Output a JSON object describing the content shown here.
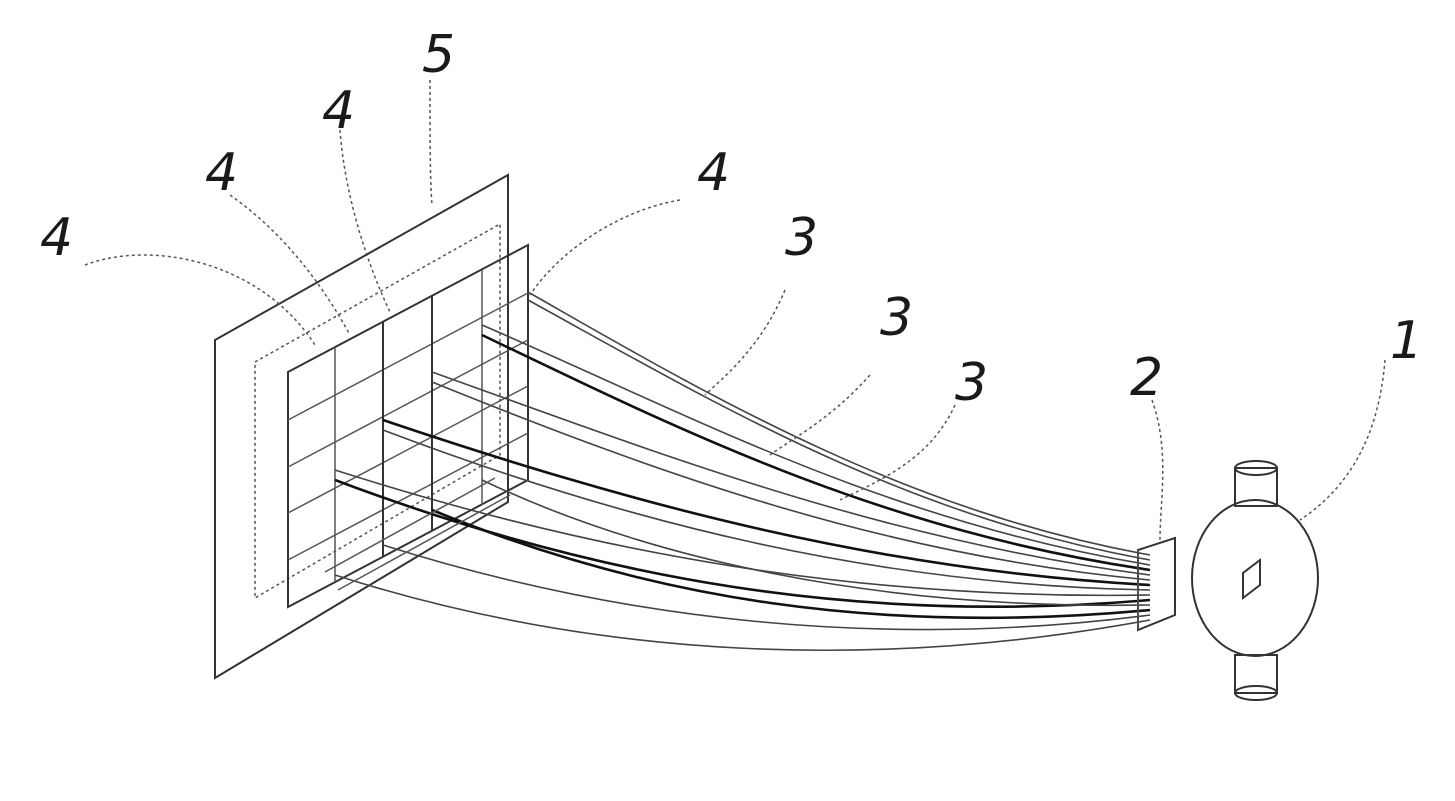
{
  "labels": {
    "lamp": "1",
    "collector": "2",
    "fiber_a": "3",
    "fiber_b": "3",
    "fiber_c": "3",
    "panel_a": "4",
    "panel_b": "4",
    "panel_c": "4",
    "panel_d": "4",
    "frame": "5"
  }
}
